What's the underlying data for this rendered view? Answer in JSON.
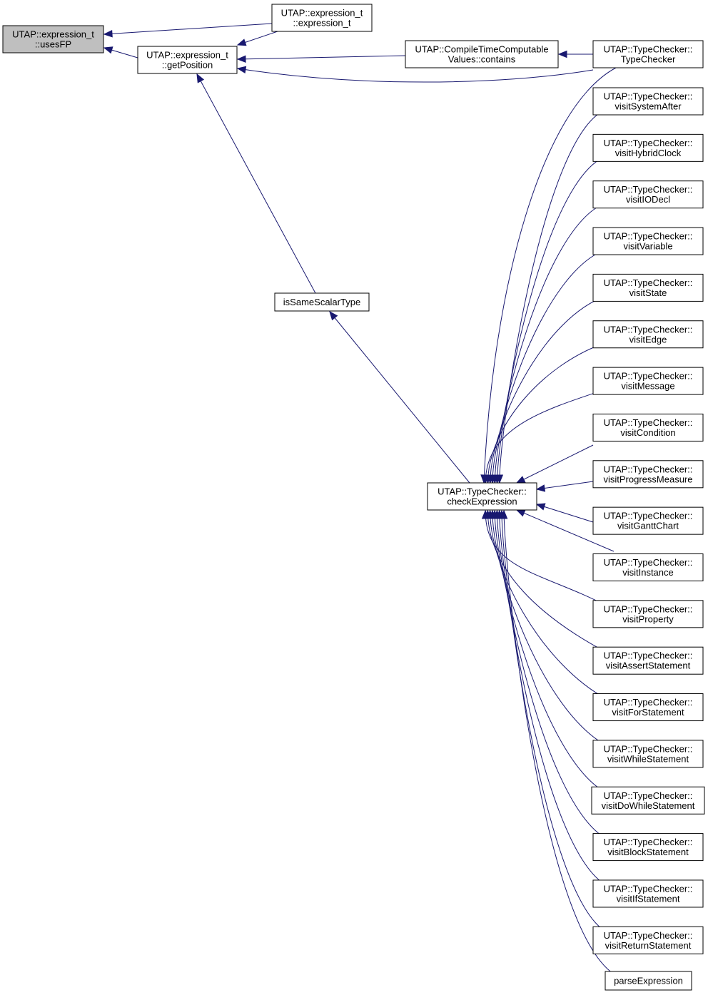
{
  "colors": {
    "edge": "#191970",
    "focus_fill": "#bfbfbf",
    "node_fill": "#ffffff",
    "node_border": "#000000"
  },
  "nodes": [
    {
      "id": "usesFP",
      "lines": [
        "UTAP::expression_t",
        "::usesFP"
      ],
      "highlighted": true
    },
    {
      "id": "expression_ctor",
      "lines": [
        "UTAP::expression_t",
        "::expression_t"
      ]
    },
    {
      "id": "getPosition",
      "lines": [
        "UTAP::expression_t",
        "::getPosition"
      ]
    },
    {
      "id": "ctc_contains",
      "lines": [
        "UTAP::CompileTimeComputable",
        "Values::contains"
      ]
    },
    {
      "id": "tc_ctor",
      "lines": [
        "UTAP::TypeChecker::",
        "TypeChecker"
      ]
    },
    {
      "id": "isSameScalarType",
      "lines": [
        "isSameScalarType"
      ]
    },
    {
      "id": "checkExpression",
      "lines": [
        "UTAP::TypeChecker::",
        "checkExpression"
      ]
    },
    {
      "id": "visitSystemAfter",
      "lines": [
        "UTAP::TypeChecker::",
        "visitSystemAfter"
      ]
    },
    {
      "id": "visitHybridClock",
      "lines": [
        "UTAP::TypeChecker::",
        "visitHybridClock"
      ]
    },
    {
      "id": "visitIODecl",
      "lines": [
        "UTAP::TypeChecker::",
        "visitIODecl"
      ]
    },
    {
      "id": "visitVariable",
      "lines": [
        "UTAP::TypeChecker::",
        "visitVariable"
      ]
    },
    {
      "id": "visitState",
      "lines": [
        "UTAP::TypeChecker::",
        "visitState"
      ]
    },
    {
      "id": "visitEdge",
      "lines": [
        "UTAP::TypeChecker::",
        "visitEdge"
      ]
    },
    {
      "id": "visitMessage",
      "lines": [
        "UTAP::TypeChecker::",
        "visitMessage"
      ]
    },
    {
      "id": "visitCondition",
      "lines": [
        "UTAP::TypeChecker::",
        "visitCondition"
      ]
    },
    {
      "id": "visitProgressMeasure",
      "lines": [
        "UTAP::TypeChecker::",
        "visitProgressMeasure"
      ]
    },
    {
      "id": "visitGanttChart",
      "lines": [
        "UTAP::TypeChecker::",
        "visitGanttChart"
      ]
    },
    {
      "id": "visitInstance",
      "lines": [
        "UTAP::TypeChecker::",
        "visitInstance"
      ]
    },
    {
      "id": "visitProperty",
      "lines": [
        "UTAP::TypeChecker::",
        "visitProperty"
      ]
    },
    {
      "id": "visitAssertStatement",
      "lines": [
        "UTAP::TypeChecker::",
        "visitAssertStatement"
      ]
    },
    {
      "id": "visitForStatement",
      "lines": [
        "UTAP::TypeChecker::",
        "visitForStatement"
      ]
    },
    {
      "id": "visitWhileStatement",
      "lines": [
        "UTAP::TypeChecker::",
        "visitWhileStatement"
      ]
    },
    {
      "id": "visitDoWhileStatement",
      "lines": [
        "UTAP::TypeChecker::",
        "visitDoWhileStatement"
      ]
    },
    {
      "id": "visitBlockStatement",
      "lines": [
        "UTAP::TypeChecker::",
        "visitBlockStatement"
      ]
    },
    {
      "id": "visitIfStatement",
      "lines": [
        "UTAP::TypeChecker::",
        "visitIfStatement"
      ]
    },
    {
      "id": "visitReturnStatement",
      "lines": [
        "UTAP::TypeChecker::",
        "visitReturnStatement"
      ]
    },
    {
      "id": "parseExpression",
      "lines": [
        "parseExpression"
      ]
    }
  ],
  "edges": [
    {
      "from": "expression_ctor",
      "to": "usesFP"
    },
    {
      "from": "getPosition",
      "to": "usesFP"
    },
    {
      "from": "expression_ctor",
      "to": "getPosition"
    },
    {
      "from": "ctc_contains",
      "to": "getPosition"
    },
    {
      "from": "tc_ctor",
      "to": "getPosition"
    },
    {
      "from": "isSameScalarType",
      "to": "getPosition"
    },
    {
      "from": "tc_ctor",
      "to": "ctc_contains"
    },
    {
      "from": "checkExpression",
      "to": "isSameScalarType"
    },
    {
      "from": "tc_ctor",
      "to": "checkExpression"
    },
    {
      "from": "visitSystemAfter",
      "to": "checkExpression"
    },
    {
      "from": "visitHybridClock",
      "to": "checkExpression"
    },
    {
      "from": "visitIODecl",
      "to": "checkExpression"
    },
    {
      "from": "visitVariable",
      "to": "checkExpression"
    },
    {
      "from": "visitState",
      "to": "checkExpression"
    },
    {
      "from": "visitEdge",
      "to": "checkExpression"
    },
    {
      "from": "visitMessage",
      "to": "checkExpression"
    },
    {
      "from": "visitCondition",
      "to": "checkExpression"
    },
    {
      "from": "visitProgressMeasure",
      "to": "checkExpression"
    },
    {
      "from": "visitGanttChart",
      "to": "checkExpression"
    },
    {
      "from": "visitInstance",
      "to": "checkExpression"
    },
    {
      "from": "visitProperty",
      "to": "checkExpression"
    },
    {
      "from": "visitAssertStatement",
      "to": "checkExpression"
    },
    {
      "from": "visitForStatement",
      "to": "checkExpression"
    },
    {
      "from": "visitWhileStatement",
      "to": "checkExpression"
    },
    {
      "from": "visitDoWhileStatement",
      "to": "checkExpression"
    },
    {
      "from": "visitBlockStatement",
      "to": "checkExpression"
    },
    {
      "from": "visitIfStatement",
      "to": "checkExpression"
    },
    {
      "from": "visitReturnStatement",
      "to": "checkExpression"
    },
    {
      "from": "parseExpression",
      "to": "checkExpression"
    }
  ]
}
